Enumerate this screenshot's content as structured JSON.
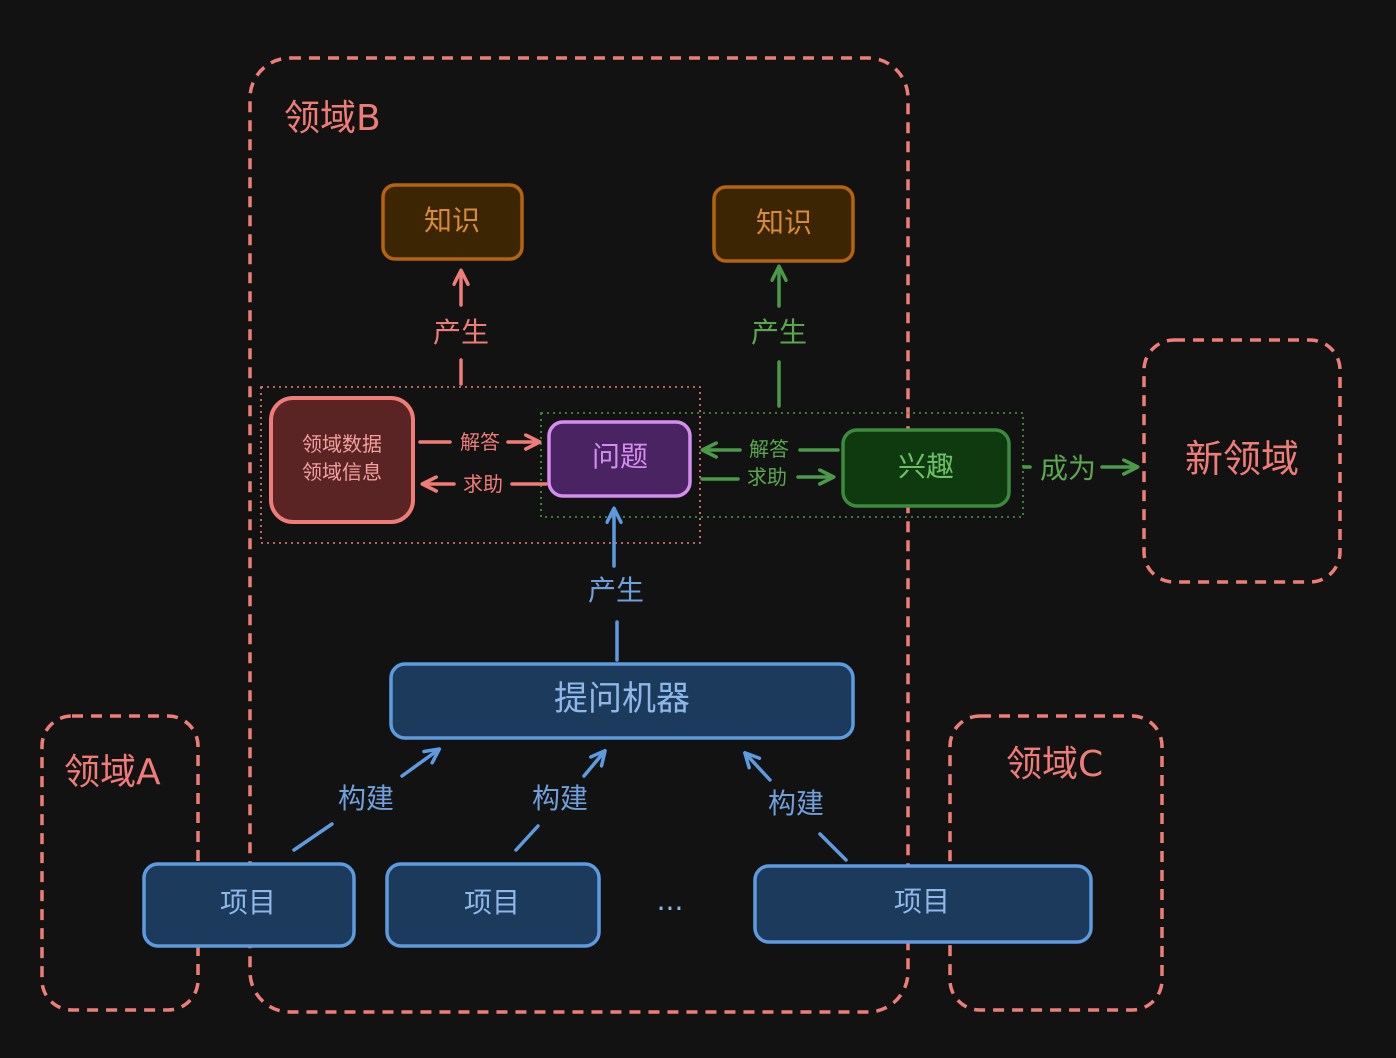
{
  "colors": {
    "background": "#121212",
    "domain_border": "#f07c78",
    "knowledge_fill": "#3b2502",
    "knowledge_border": "#b5640c",
    "knowledge_text": "#d98a36",
    "data_fill": "#5a2424",
    "data_border": "#f07c78",
    "question_fill": "#4a2362",
    "question_border": "#d58df0",
    "interest_fill": "#0f3a0f",
    "interest_border": "#3c8a3c",
    "interest_text": "#6cbf64",
    "machine_fill": "#1b3a5c",
    "machine_border": "#5d9be0",
    "machine_text": "#8fb8e8",
    "red_text": "#f07c78",
    "green_text": "#5aa84e",
    "blue_text": "#6fa0dc"
  },
  "domains": {
    "a": "领域A",
    "b": "领域B",
    "c": "领域C",
    "new": "新领域"
  },
  "nodes": {
    "knowledge_left": "知识",
    "knowledge_right": "知识",
    "domain_data_line1": "领域数据",
    "domain_data_line2": "领域信息",
    "question": "问题",
    "interest": "兴趣",
    "machine": "提问机器",
    "project_1": "项目",
    "project_2": "项目",
    "project_3": "项目",
    "ellipsis": "..."
  },
  "edges": {
    "produce_left": "产生",
    "produce_right": "产生",
    "produce_mid": "产生",
    "answer_red": "解答",
    "help_red": "求助",
    "answer_green": "解答",
    "help_green": "求助",
    "become": "成为",
    "build_1": "构建",
    "build_2": "构建",
    "build_3": "构建"
  }
}
